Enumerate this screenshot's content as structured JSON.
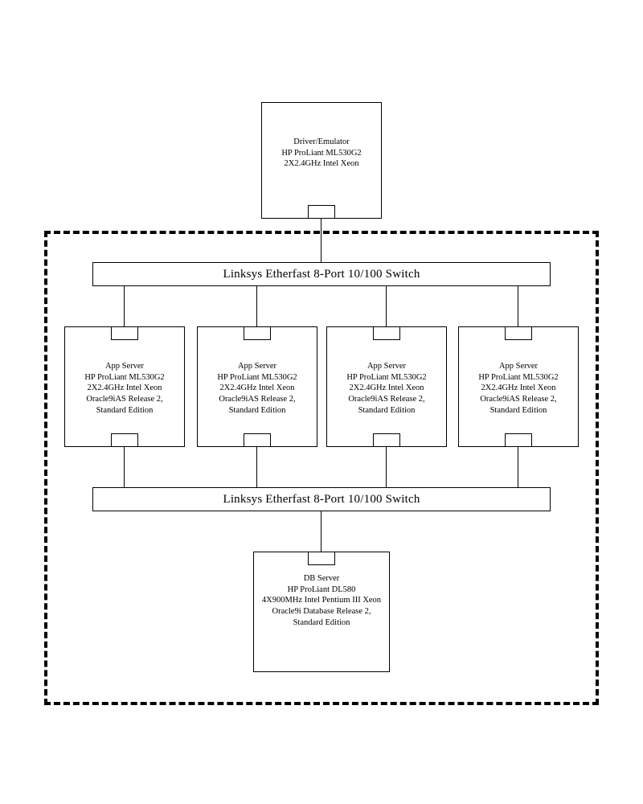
{
  "colors": {
    "line": "#000000",
    "background": "#ffffff"
  },
  "driver": {
    "lines": [
      "Driver/Emulator",
      "HP ProLiant ML530G2",
      "2X2.4GHz Intel Xeon"
    ]
  },
  "switch_top": {
    "label": "Linksys Etherfast 8-Port 10/100 Switch"
  },
  "switch_bottom": {
    "label": "Linksys Etherfast 8-Port 10/100 Switch"
  },
  "app_servers": [
    {
      "lines": [
        "App Server",
        "HP ProLiant ML530G2",
        "2X2.4GHz Intel Xeon",
        "Oracle9iAS Release 2,",
        "Standard Edition"
      ]
    },
    {
      "lines": [
        "App Server",
        "HP ProLiant ML530G2",
        "2X2.4GHz Intel Xeon",
        "Oracle9iAS Release 2,",
        "Standard Edition"
      ]
    },
    {
      "lines": [
        "App Server",
        "HP ProLiant ML530G2",
        "2X2.4GHz Intel Xeon",
        "Oracle9iAS Release 2,",
        "Standard Edition"
      ]
    },
    {
      "lines": [
        "App Server",
        "HP ProLiant ML530G2",
        "2X2.4GHz Intel Xeon",
        "Oracle9iAS Release 2,",
        "Standard Edition"
      ]
    }
  ],
  "db_server": {
    "lines": [
      "DB Server",
      "HP ProLiant DL580",
      "4X900MHz Intel Pentium III Xeon",
      "Oracle9i Database Release 2,",
      "Standard Edition"
    ]
  }
}
